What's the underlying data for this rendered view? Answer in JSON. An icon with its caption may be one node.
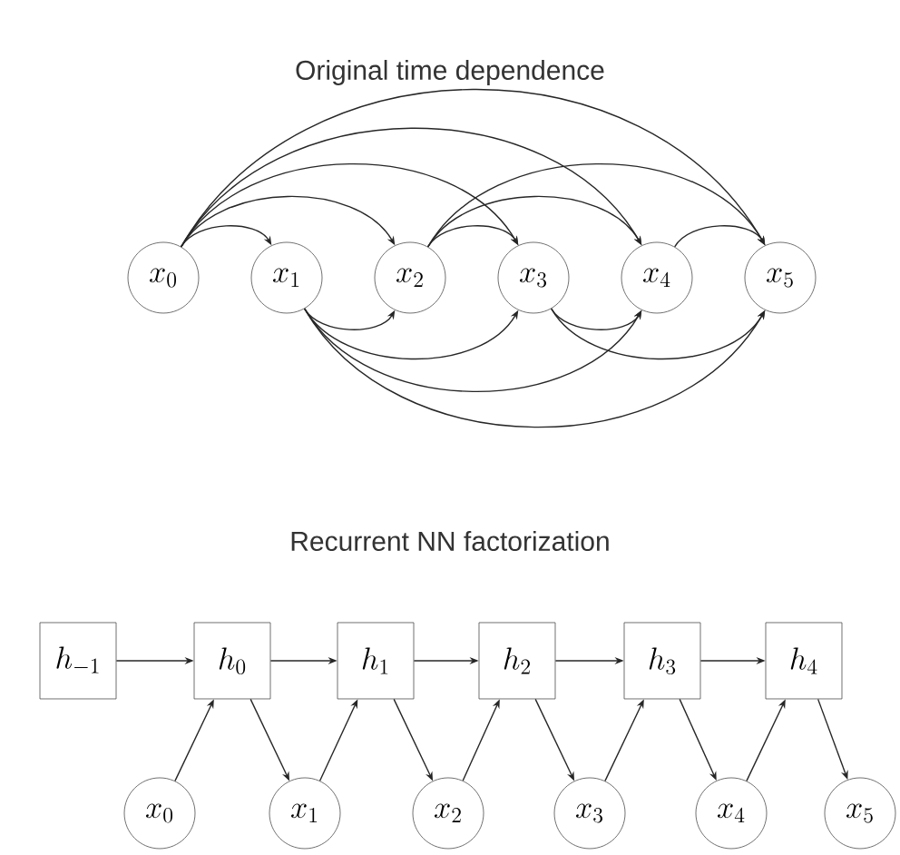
{
  "diagram": {
    "title": "Original time dependence",
    "nodes": [
      {
        "text": [
          "x_0"
        ]
      },
      {
        "text": [
          "x_1"
        ]
      },
      {
        "text": [
          "x_2"
        ]
      },
      {
        "text": [
          "x_3"
        ]
      },
      {
        "text": [
          "x_4"
        ]
      },
      {
        "text": [
          "x_5"
        ]
      },
      {
        "text": [
          "h_{-1}"
        ]
      },
      {
        "text": [
          "h_0"
        ]
      },
      {
        "text": [
          "h_1"
        ]
      },
      {
        "text": [
          "h_2"
        ]
      },
      {
        "text": [
          "h_3"
        ]
      },
      {
        "text": [
          "h_4"
        ]
      },
      {
        "text": [
          "x_0"
        ]
      },
      {
        "text": [
          "x_1"
        ]
      },
      {
        "text": [
          "x_2"
        ]
      },
      {
        "text": [
          "x_3"
        ]
      },
      {
        "text": [
          "x_4"
        ]
      },
      {
        "text": [
          "x_5"
        ]
      }
    ],
    "edges": [
      {
        "from": 0,
        "to": 1,
        "arrow": "to"
      },
      {
        "from": 0,
        "to": 2,
        "arrow": "to"
      },
      {
        "from": 0,
        "to": 3,
        "arrow": "to"
      },
      {
        "from": 0,
        "to": 4,
        "arrow": "to"
      },
      {
        "from": 0,
        "to": 5,
        "arrow": "to"
      },
      {
        "from": 1,
        "to": 2,
        "arrow": "to"
      },
      {
        "from": 1,
        "to": 3,
        "arrow": "to"
      },
      {
        "from": 1,
        "to": 4,
        "arrow": "to"
      },
      {
        "from": 1,
        "to": 5,
        "arrow": "to"
      },
      {
        "from": 2,
        "to": 3,
        "arrow": "to"
      },
      {
        "from": 2,
        "to": 4,
        "arrow": "to"
      },
      {
        "from": 2,
        "to": 5,
        "arrow": "to"
      },
      {
        "from": 3,
        "to": 4,
        "arrow": "to"
      },
      {
        "from": 3,
        "to": 5,
        "arrow": "to"
      },
      {
        "from": 4,
        "to": 5,
        "arrow": "to"
      },
      {
        "from": 6,
        "to": 7,
        "arrow": "to"
      },
      {
        "from": 7,
        "to": 8,
        "arrow": "to"
      },
      {
        "from": 8,
        "to": 9,
        "arrow": "to"
      },
      {
        "from": 9,
        "to": 10,
        "arrow": "to"
      },
      {
        "from": 10,
        "to": 11,
        "arrow": "to"
      },
      {
        "from": 12,
        "to": 7,
        "arrow": "to"
      },
      {
        "from": 7,
        "to": 13,
        "arrow": "to"
      },
      {
        "from": 13,
        "to": 8,
        "arrow": "to"
      },
      {
        "from": 8,
        "to": 14,
        "arrow": "to"
      },
      {
        "from": 14,
        "to": 9,
        "arrow": "to"
      },
      {
        "from": 9,
        "to": 15,
        "arrow": "to"
      },
      {
        "from": 15,
        "to": 10,
        "arrow": "to"
      },
      {
        "from": 10,
        "to": 16,
        "arrow": "to"
      },
      {
        "from": 16,
        "to": 11,
        "arrow": "to"
      },
      {
        "from": 11,
        "to": 17,
        "arrow": "to"
      }
    ],
    "labels": [
      "Recurrent NN factorization"
    ]
  }
}
